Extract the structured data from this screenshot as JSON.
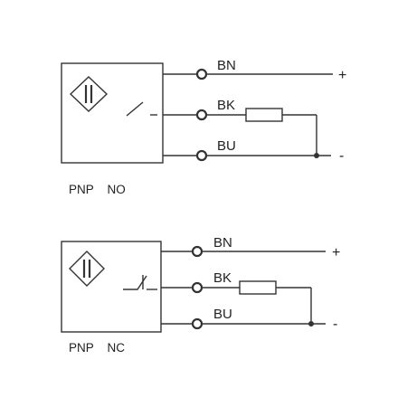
{
  "diagrams": [
    {
      "caption": "PNP    NO",
      "wires": [
        {
          "label": "BN",
          "terminal": "+"
        },
        {
          "label": "BK",
          "terminal": ""
        },
        {
          "label": "BU",
          "terminal": "-"
        }
      ]
    },
    {
      "caption": "PNP    NC",
      "wires": [
        {
          "label": "BN",
          "terminal": "+"
        },
        {
          "label": "BK",
          "terminal": ""
        },
        {
          "label": "BU",
          "terminal": "-"
        }
      ]
    }
  ],
  "colors": {
    "line": "#333333",
    "background": "#ffffff"
  }
}
